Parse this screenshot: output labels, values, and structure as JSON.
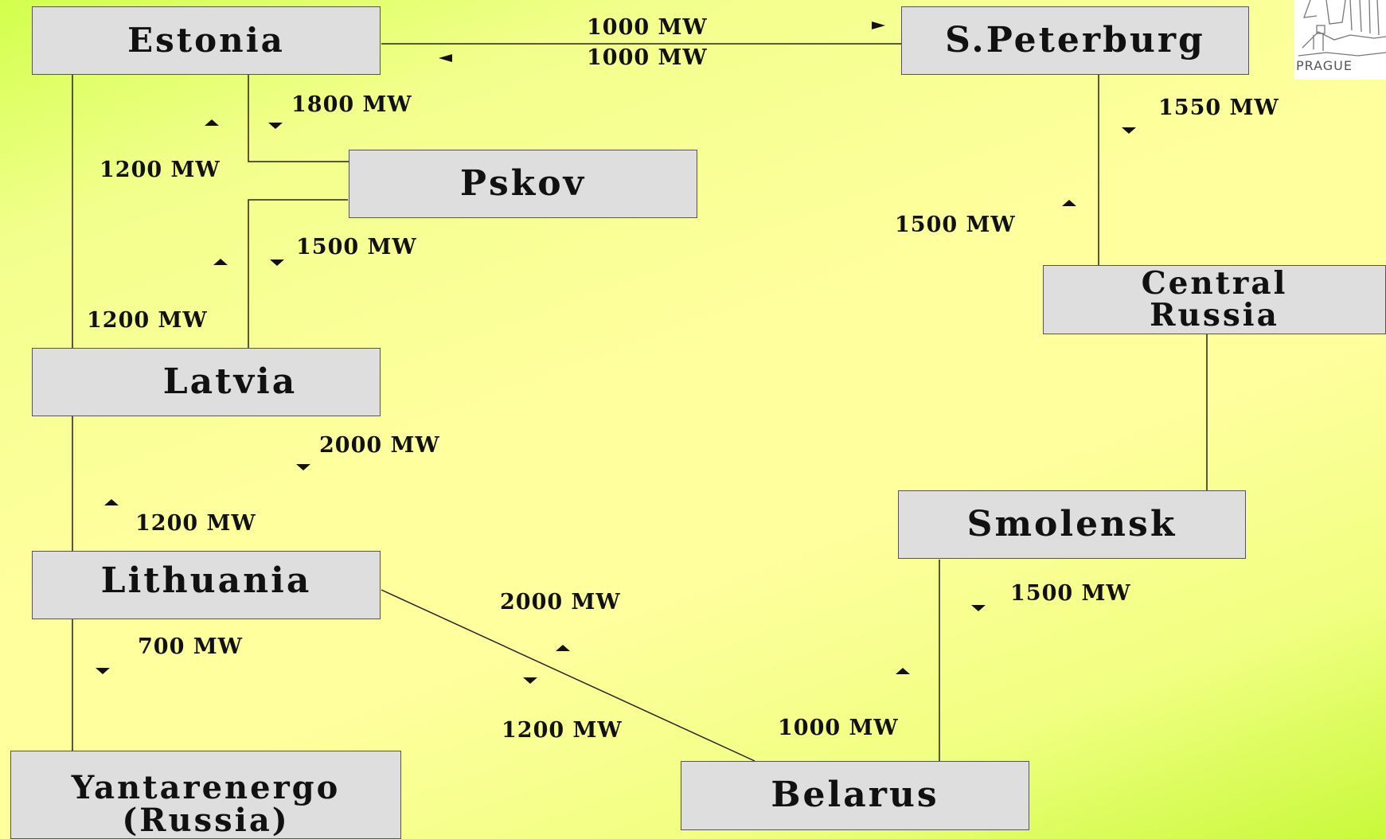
{
  "nodes": {
    "estonia": "Estonia",
    "spb": "S.Peterburg",
    "pskov": "Pskov",
    "central_russia": "Central\nRussia",
    "latvia": "Latvia",
    "smolensk": "Smolensk",
    "lithuania": "Lithuania",
    "yantarenergo": "Yantarenergo\n(Russia)",
    "belarus": "Belarus"
  },
  "flows": {
    "estonia_to_spb": "1000 MW",
    "spb_to_estonia": "1000 MW",
    "estonia_to_pskov": "1800 MW",
    "pskov_to_estonia": "1200 MW",
    "spb_to_central": "1550 MW",
    "central_to_spb": "1500 MW",
    "pskov_to_latvia": "1500 MW",
    "latvia_to_estonia": "1200 MW",
    "latvia_to_lithuania": "2000 MW",
    "lithuania_to_latvia": "1200 MW",
    "lithuania_to_yantar": "700 MW",
    "belarus_to_lithuania": "2000 MW",
    "lithuania_to_belarus": "1200 MW",
    "smolensk_to_belarus": "1500 MW",
    "belarus_to_smolensk": "1000 MW"
  },
  "logo": {
    "text": "PRAGUE",
    "icon": "prague-castle-sketch-icon"
  }
}
